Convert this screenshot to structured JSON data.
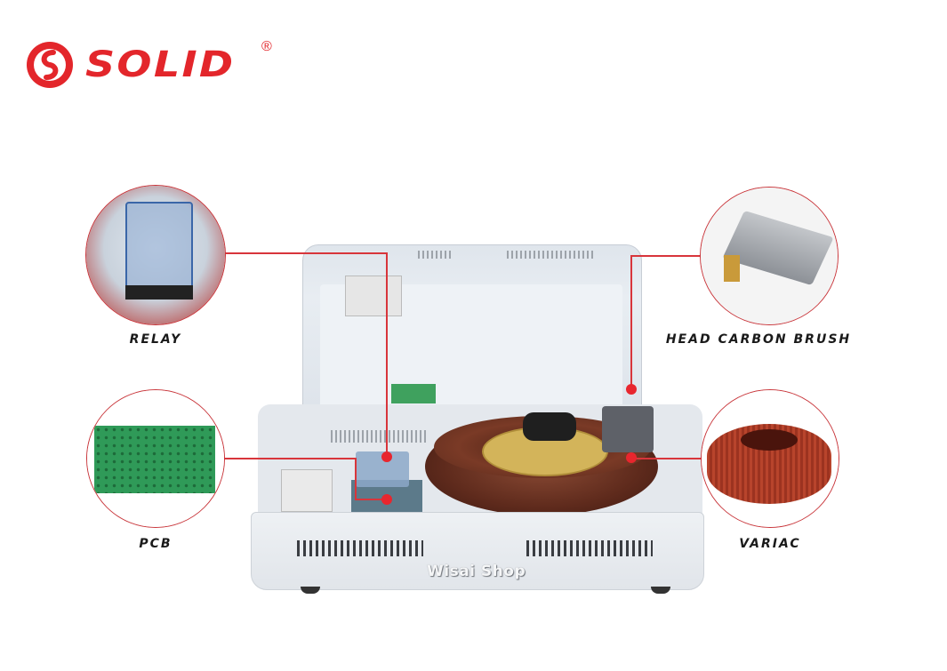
{
  "brand": {
    "name": "SOLID",
    "registered_mark": "®",
    "color": "#e3262b"
  },
  "callouts": [
    {
      "id": "relay",
      "label": "RELAY"
    },
    {
      "id": "head-carbon-brush",
      "label": "HEAD CARBON BRUSH"
    },
    {
      "id": "pcb",
      "label": "PCB"
    },
    {
      "id": "variac",
      "label": "VARIAC"
    }
  ],
  "colors": {
    "callout_line": "#d8353b",
    "callout_dot": "#e8262e",
    "circle_border": "#c9353a"
  },
  "watermark": "Wisai Shop"
}
